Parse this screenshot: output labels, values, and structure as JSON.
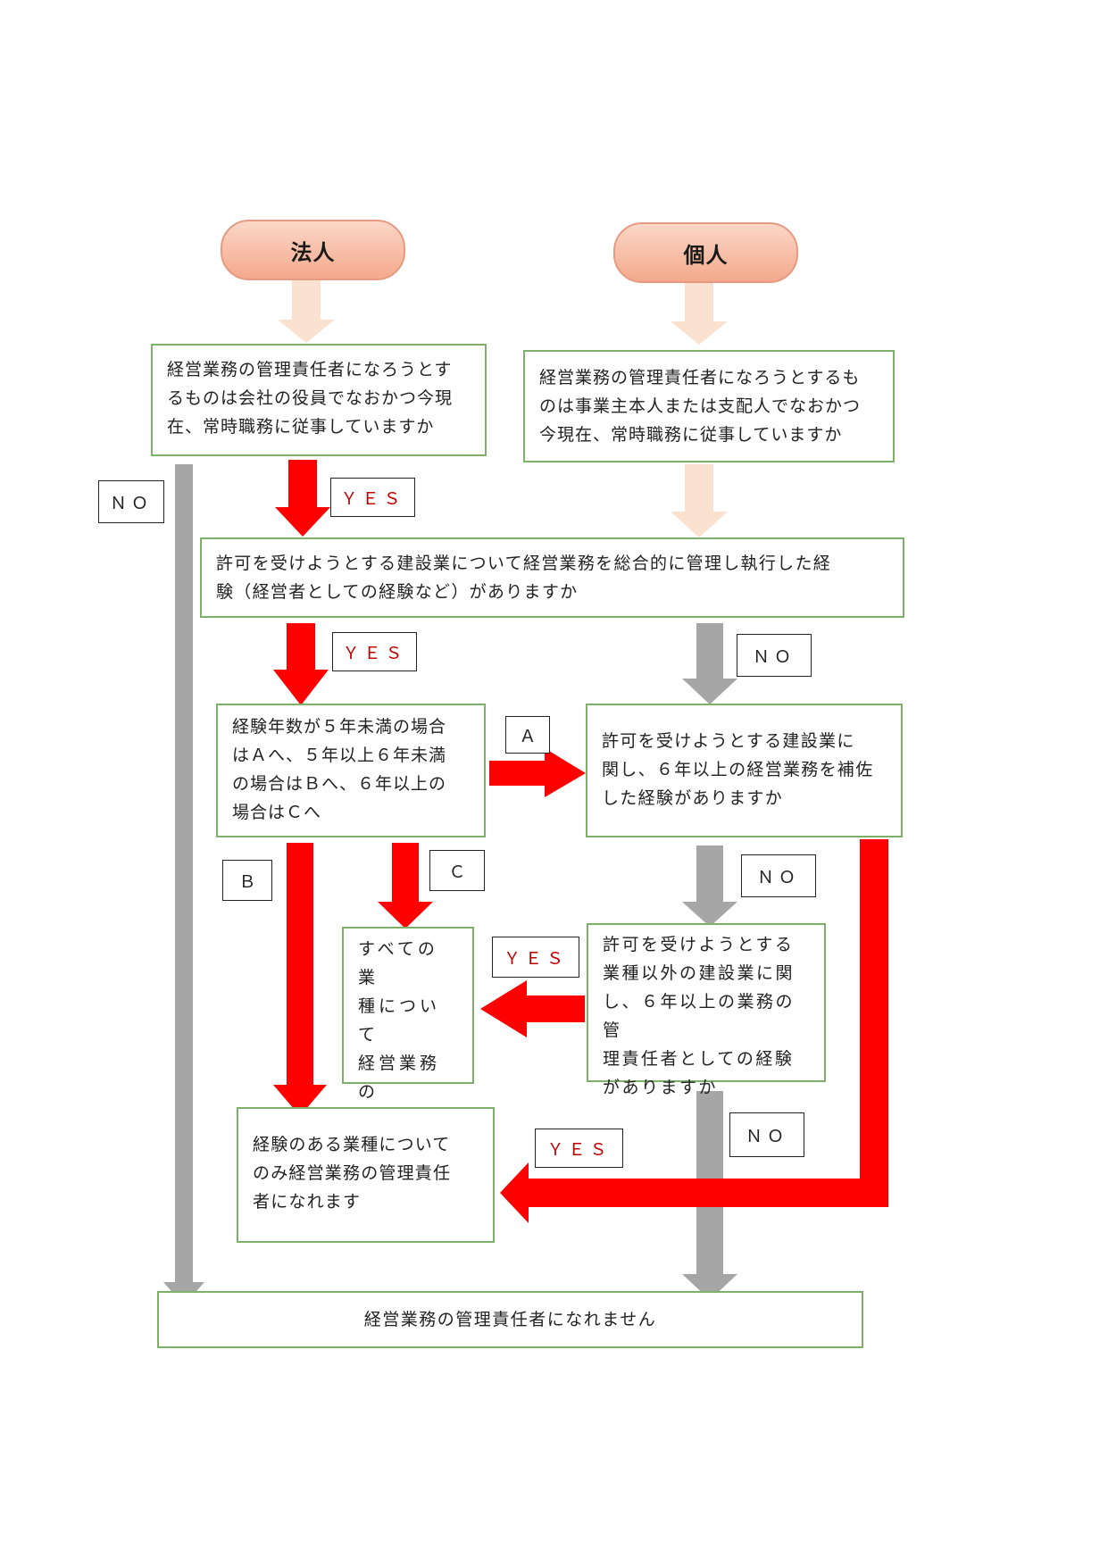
{
  "starts": {
    "corporation": "法人",
    "individual": "個人"
  },
  "questions": {
    "corp_officer": "経営業務の管理責任者になろうとす\nるものは会社の役員でなおかつ今現\n在、常時職務に従事していますか",
    "indiv_owner": "経営業務の管理責任者になろうとするも\nのは事業主本人または支配人でなおかつ\n今現在、常時職務に従事していますか",
    "mgmt_experience": "許可を受けようとする建設業について経営業務を総合的に管理し執行した経\n験（経営者としての経験など）がありますか",
    "years_split": "経験年数が５年未満の場合\nはＡへ、５年以上６年未満\nの場合はＢへ、６年以上の\n場合はＣへ",
    "assist_experience": "許可を受けようとする建設業に\n関し、６年以上の経営業務を補佐\nした経験がありますか",
    "other_industry": "許可を受けようとする\n業種以外の建設業に関\nし、６年以上の業務の管\n理責任者としての経験\nがありますか"
  },
  "results": {
    "all_industries": "すべての業\n種について\n経営業務の\n管理責任者\nになれます",
    "experienced_only": "経験のある業種について\nのみ経営業務の管理責任\n者になれます",
    "cannot": "経営業務の管理責任者になれません"
  },
  "labels": {
    "no_left": "ＮＯ",
    "yes_1": "ＹＥＳ",
    "yes_2": "ＹＥＳ",
    "no_mid": "ＮＯ",
    "a": "Ａ",
    "b": "Ｂ",
    "c": "Ｃ",
    "no_2": "ＮＯ",
    "yes_3": "ＹＥＳ",
    "no_3": "ＮＯ",
    "yes_4": "ＹＥＳ"
  },
  "colors": {
    "yes_arrow": "#ff0000",
    "no_arrow": "#a6a6a6",
    "start_arrow": "#fbe1d0",
    "box_border": "#7fb069",
    "yes_text": "#c00000"
  }
}
